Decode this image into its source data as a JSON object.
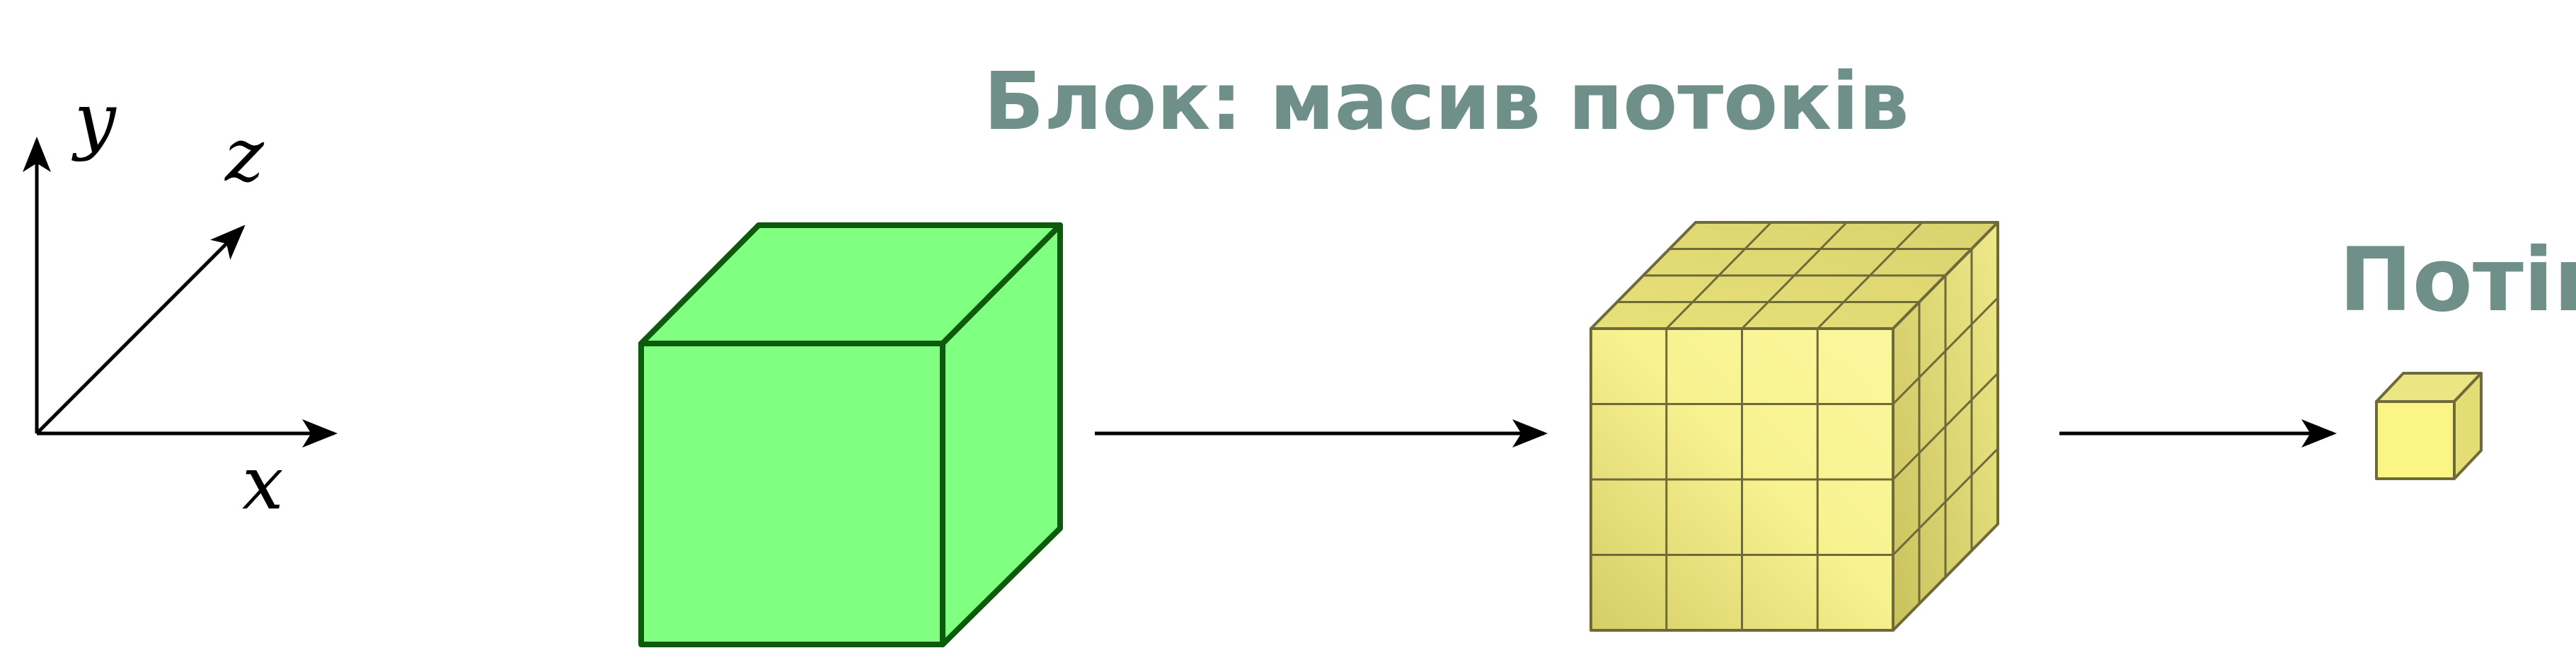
{
  "title": "Блок: масив потоків",
  "thread_label": "Потік",
  "axes": {
    "x": "x",
    "y": "y",
    "z": "z"
  },
  "grid": {
    "columns": 4,
    "rows": 4,
    "layers": 4
  },
  "colors": {
    "heading": "#6f8f89",
    "block_fill": "#80ff80",
    "block_stroke": "#0d5a0d",
    "cell_fill_light": "#fbf595",
    "cell_fill_dark": "#dcd56c",
    "cell_stroke": "#6e6a3a",
    "arrow": "#000000"
  }
}
